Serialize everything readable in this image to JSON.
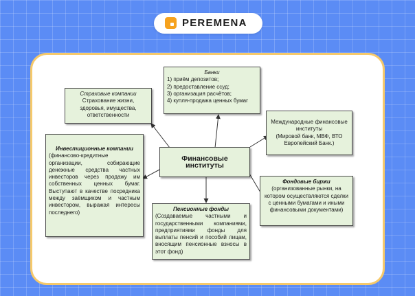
{
  "brand": {
    "name": "PEREMENA",
    "icon": "logo-square-icon"
  },
  "colors": {
    "background": "#5b8cf5",
    "card_border": "#f6c96a",
    "box_fill": "#e6f2dc",
    "logo_accent": "#f6a21e"
  },
  "diagram": {
    "center": "Финансовые институты",
    "banks": {
      "title": "Банки",
      "items": [
        "1) приём депозитов;",
        "2) предоставление ссуд;",
        "3) организация расчётов;",
        "4) купля-продажа ценных бумаг"
      ]
    },
    "insurance": {
      "title": "Страховые компании",
      "text": "Страхование жизни, здоровья, имущества, ответственности"
    },
    "international": {
      "title": "Международные финансовые институты",
      "text": "(Мировой банк, МВФ, ВТО Европейский Банк.)"
    },
    "investment": {
      "title": "Инвестиционные компании",
      "text": "(финансово-кредитные организации, собирающие денежные средства частных инвесторов через продажу им собственных ценных бумаг. Выступают в качестве посредника между заёмщиком и частным инвестором, выражая интересы последнего)"
    },
    "exchanges": {
      "title": "Фондовые биржи",
      "text": "(организованные рынки, на котором осуществляются сделки с ценными бумагами и иными финансовыми документами)"
    },
    "pension": {
      "title": "Пенсионные фонды",
      "text": "(Создаваемые частными и государственными компаниями, предприятиями фонды для выплаты пенсий и пособий лицам, вносящим пенсионные взносы в этот фонд)"
    }
  }
}
